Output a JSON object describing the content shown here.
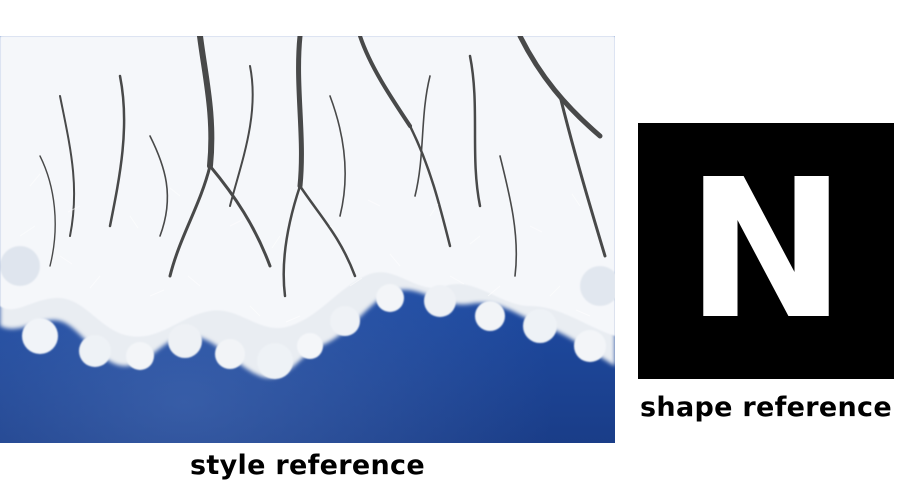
{
  "style_reference": {
    "caption": "style reference",
    "photo_subject": "frost-covered-tree-branches-against-blue-sky",
    "colors": {
      "sky_top": "#1f4ea8",
      "sky_bottom": "#1b3f86",
      "frost": "#f2f4f6",
      "branch": "#2b2b2b"
    }
  },
  "shape_reference": {
    "caption": "shape reference",
    "glyph": "N",
    "colors": {
      "background": "#000000",
      "glyph": "#ffffff"
    }
  }
}
